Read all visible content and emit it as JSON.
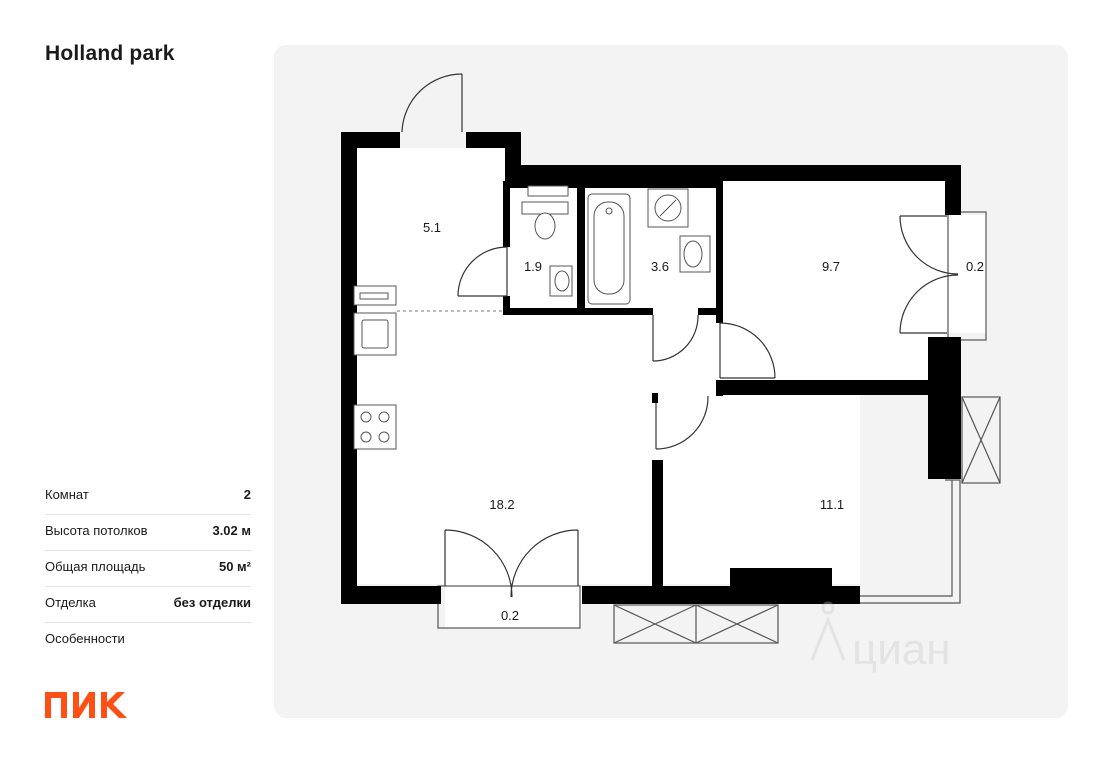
{
  "project": {
    "title": "Holland park"
  },
  "specs": {
    "rooms": {
      "label": "Комнат",
      "value": "2"
    },
    "ceiling": {
      "label": "Высота потолков",
      "value": "3.02 м"
    },
    "area": {
      "label": "Общая площадь",
      "value": "50 м²"
    },
    "finish": {
      "label": "Отделка",
      "value": "без отделки"
    },
    "features": {
      "label": "Особенности"
    }
  },
  "brand": {
    "name": "ПИК",
    "color": "#ff4f12"
  },
  "watermark": {
    "text": "циан"
  },
  "rooms": {
    "hall": "5.1",
    "toilet": "1.9",
    "bathroom": "3.6",
    "bedroom": "9.7",
    "loggia_right": "0.2",
    "living_kitchen": "18.2",
    "loggia_bottom": "0.2",
    "bedroom_2": "11.1"
  },
  "colors": {
    "wall": "#000000",
    "panel": "#f3f3f3",
    "floor": "#ffffff",
    "line": "#555555"
  }
}
